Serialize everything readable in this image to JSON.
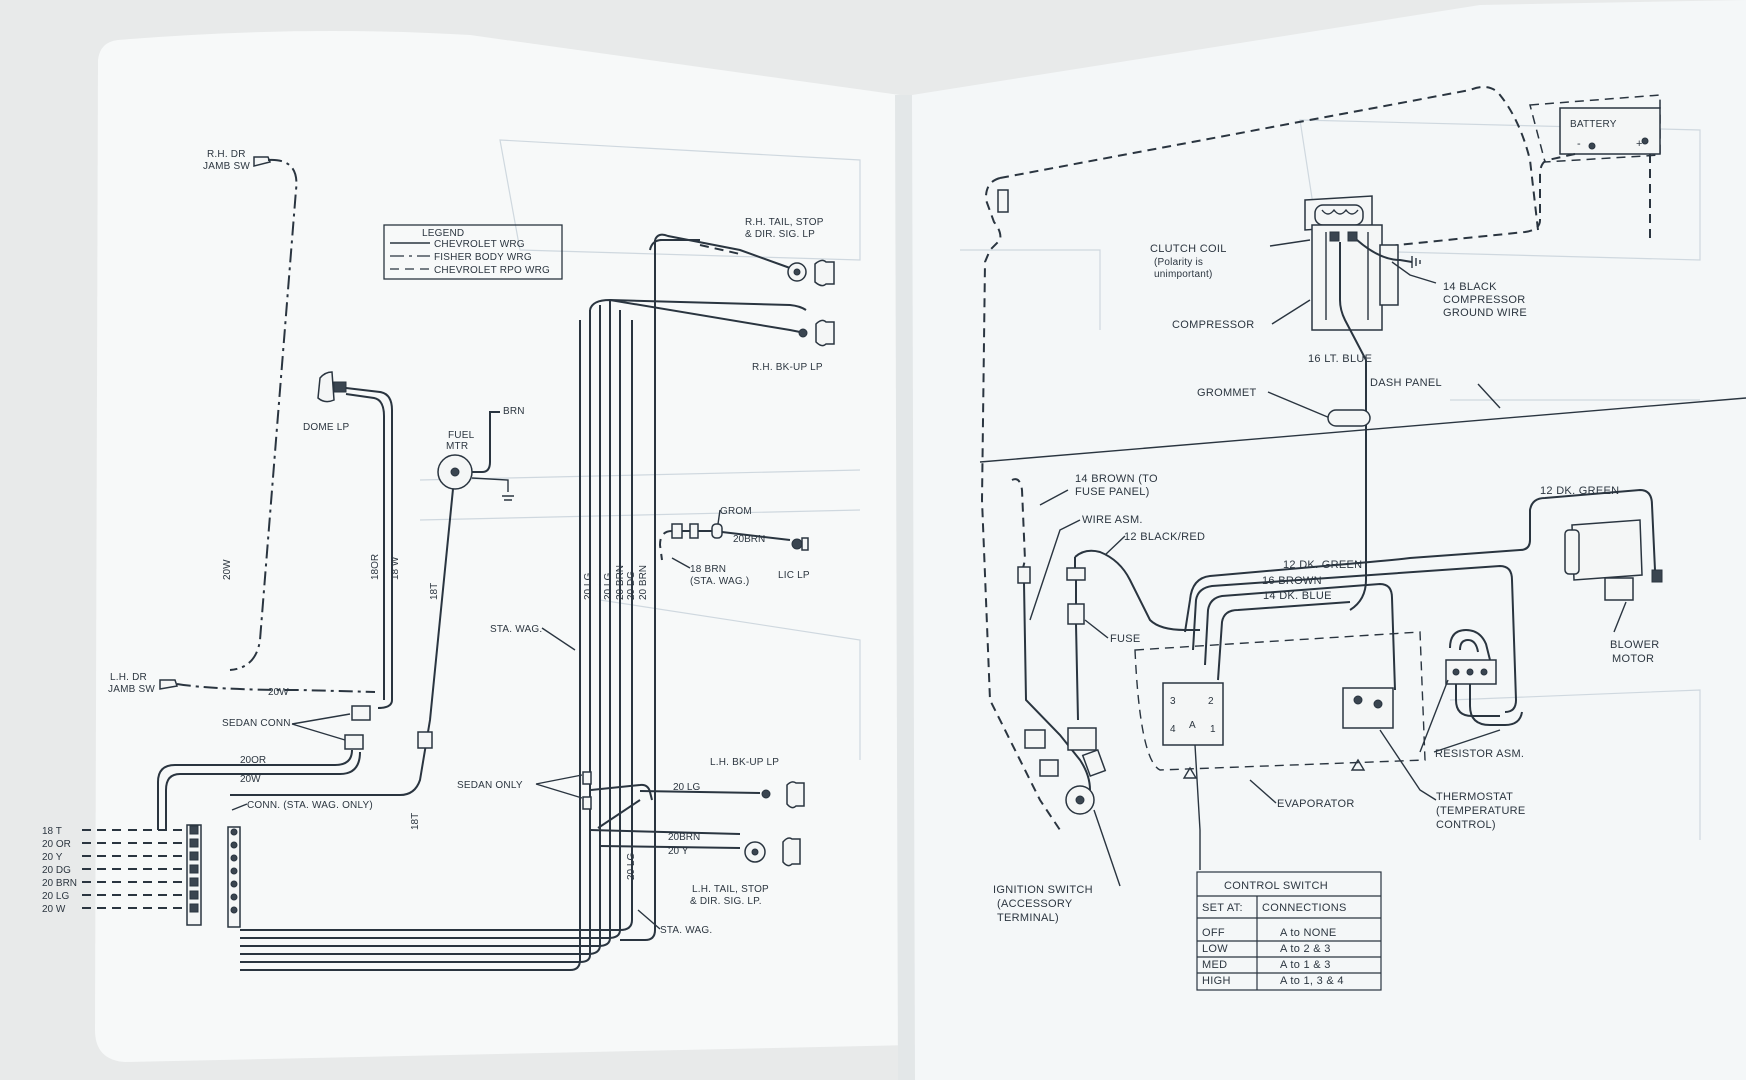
{
  "legend": {
    "title": "LEGEND",
    "rows": [
      "CHEVROLET WRG",
      "FISHER BODY WRG",
      "CHEVROLET RPO WRG"
    ]
  },
  "left_page": {
    "rh_door_jamb_switch": [
      "R.H. DR",
      "JAMB SW"
    ],
    "lh_door_jamb_switch": [
      "L.H. DR",
      "JAMB SW"
    ],
    "dome_lamp": "DOME LP",
    "fuel_meter": [
      "FUEL",
      "MTR"
    ],
    "fuel_meter_wire": "BRN",
    "rh_tail_stop": [
      "R.H. TAIL, STOP",
      "& DIR. SIG. LP"
    ],
    "rh_backup": "R.H. BK-UP LP",
    "grom": "GROM",
    "wire_20brn_lic": "20BRN",
    "wire_18brn": [
      "18 BRN",
      "(STA. WAG.)"
    ],
    "lic_lamp": "LIC LP",
    "sta_wag_1": "STA. WAG.",
    "sta_wag_2": "STA. WAG.",
    "sedan_conn": "SEDAN CONN",
    "conn_sta_wag": "CONN. (STA. WAG. ONLY)",
    "sedan_only": "SEDAN ONLY",
    "lh_backup": "L.H. BK-UP LP",
    "wire_20lg_bk": "20 LG",
    "wire_20brn_tail": "20BRN",
    "wire_20y_tail": "20 Y",
    "lh_tail_stop": [
      "L.H. TAIL, STOP",
      "& DIR. SIG. LP."
    ],
    "vertical_labels": {
      "w20w": "20W",
      "w18or": "18OR",
      "w18w": "18 W",
      "w18t_top": "18T",
      "w18t_bot": "18T",
      "w20lg_a": "20 LG",
      "w20lg_b": "20 LG",
      "w20brn_a": "20 BRN",
      "w20dg": "20 DG",
      "w20brn_b": "20 BRN",
      "w20lg_c": "20 LG"
    },
    "horizontal_labels": {
      "w20w_h": "20W",
      "w20or_h": "20OR",
      "w20w_h2": "20W"
    },
    "harness_wires": [
      "18 T",
      "20 OR",
      "20 Y",
      "20 DG",
      "20 BRN",
      "20 LG",
      "20 W"
    ]
  },
  "right_page": {
    "battery": "BATTERY",
    "battery_terminals": [
      "-",
      "+"
    ],
    "clutch_coil": [
      "CLUTCH COIL",
      "(Polarity is",
      "unimportant)"
    ],
    "compressor": "COMPRESSOR",
    "black_ground": [
      "14 BLACK",
      "COMPRESSOR",
      "GROUND WIRE"
    ],
    "lt_blue": "16 LT. BLUE",
    "grommet": "GROMMET",
    "dash_panel": "DASH PANEL",
    "brown_fuse_panel": [
      "14 BROWN (TO",
      "FUSE PANEL)"
    ],
    "wire_asm": "WIRE ASM.",
    "black_red": "12 BLACK/RED",
    "dk_green_top": "12 DK. GREEN",
    "dk_green": "12 DK. GREEN",
    "brown16": "16 BROWN",
    "dk_blue": "14 DK. BLUE",
    "fuse": "FUSE",
    "blower_motor": [
      "BLOWER",
      "MOTOR"
    ],
    "resistor": "RESISTOR ASM.",
    "evaporator": "EVAPORATOR",
    "thermostat": [
      "THERMOSTAT",
      "(TEMPERATURE",
      "CONTROL)"
    ],
    "ignition": [
      "IGNITION SWITCH",
      "(ACCESSORY",
      "TERMINAL)"
    ],
    "switch_terminals": [
      "3",
      "2",
      "4",
      "A",
      "1"
    ]
  },
  "control_switch_table": {
    "title": "CONTROL SWITCH",
    "headers": [
      "SET AT:",
      "CONNECTIONS"
    ],
    "rows": [
      [
        "OFF",
        "A to NONE"
      ],
      [
        "LOW",
        "A to 2 & 3"
      ],
      [
        "MED",
        "A to 1 & 3"
      ],
      [
        "HIGH",
        "A to 1, 3 & 4"
      ]
    ]
  },
  "colors": {
    "ink": "#2a3540",
    "paper_left": "#f7f9f9",
    "paper_right": "#f4f7f8",
    "background": "#e8eaea"
  }
}
